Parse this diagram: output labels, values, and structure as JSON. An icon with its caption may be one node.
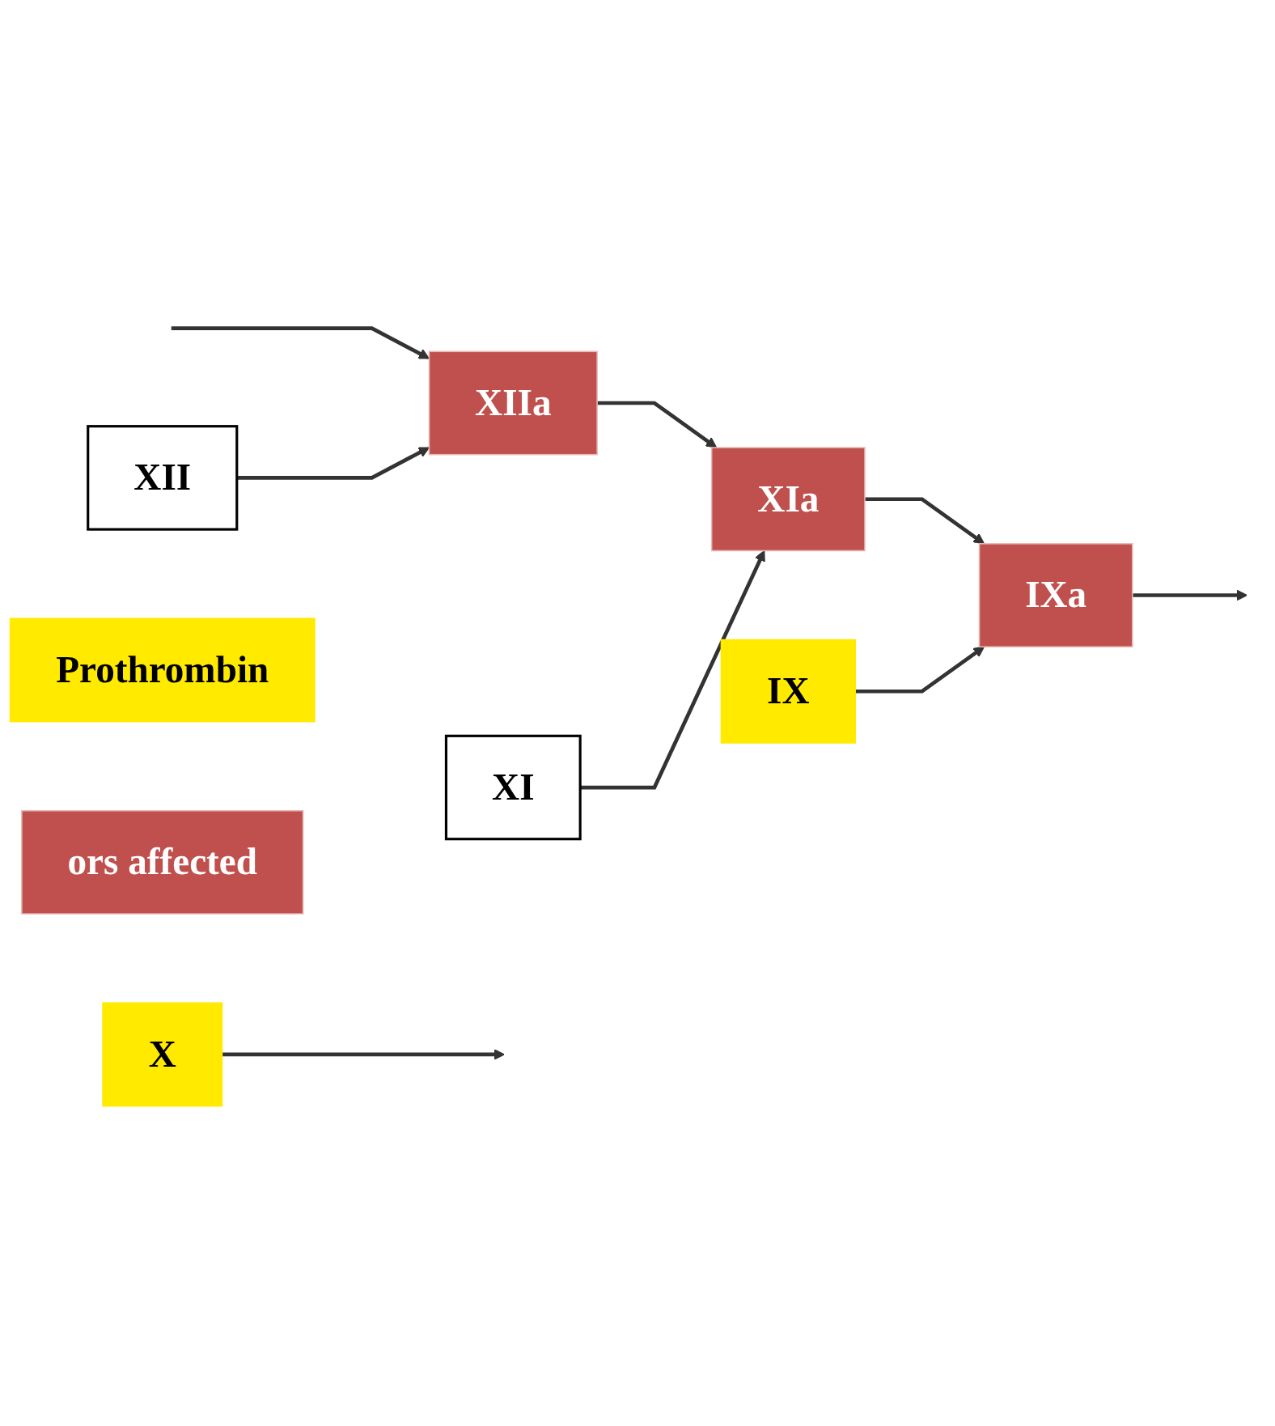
{
  "diagram": {
    "nodes": [
      {
        "text": [
          "XII"
        ]
      },
      {
        "text": [
          "XIIa"
        ]
      },
      {
        "text": [
          "XI"
        ]
      },
      {
        "text": [
          "XIa"
        ]
      },
      {
        "text": [
          "IX"
        ]
      },
      {
        "text": [
          "IXa"
        ]
      },
      {
        "text": [
          "X"
        ]
      },
      {
        "text": [
          "Prothrombin"
        ]
      },
      {
        "text": [
          "ors affected"
        ]
      }
    ],
    "edges": [
      {
        "from": null,
        "to": 1,
        "arrow": "to"
      },
      {
        "from": 0,
        "to": 1,
        "arrow": "to"
      },
      {
        "from": 1,
        "to": 3,
        "arrow": "to"
      },
      {
        "from": 2,
        "to": 3,
        "arrow": "to"
      },
      {
        "from": 3,
        "to": 5,
        "arrow": "to"
      },
      {
        "from": 4,
        "to": 5,
        "arrow": "to"
      },
      {
        "from": 5,
        "to": null,
        "arrow": "to"
      },
      {
        "from": 6,
        "to": null,
        "arrow": "to"
      }
    ]
  }
}
